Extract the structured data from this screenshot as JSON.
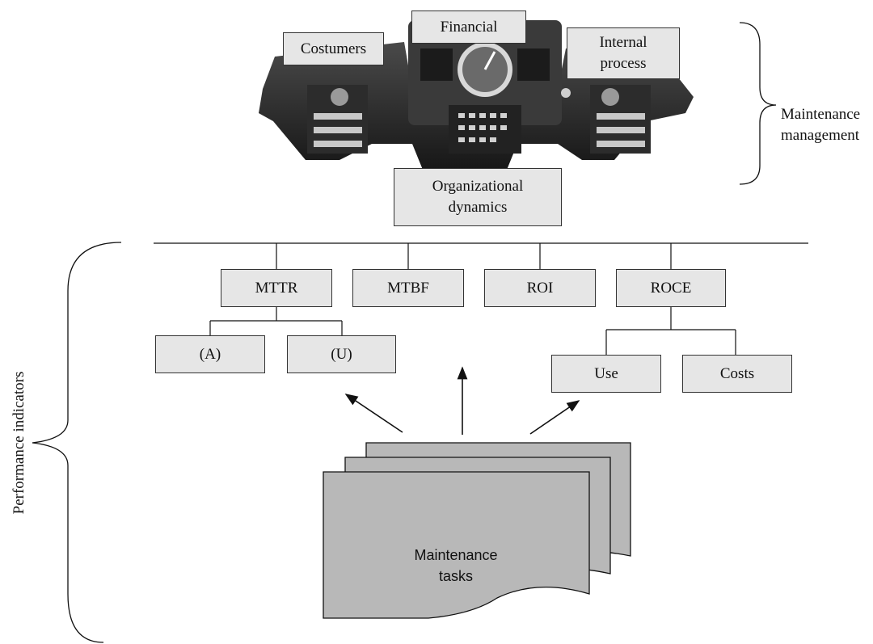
{
  "console": {
    "image_alt": "control-console-photo",
    "cards": {
      "customers": "Costumers",
      "financial": "Financial",
      "internal": "Internal\nprocess",
      "organizational": "Organizational\ndynamics"
    }
  },
  "braces": {
    "maintenance_management": "Maintenance\nmanagement",
    "performance_indicators": "Performance indicators"
  },
  "indicators": {
    "mttr": "MTTR",
    "mtbf": "MTBF",
    "roi": "ROI",
    "roce": "ROCE"
  },
  "sub_indicators": {
    "a": "(A)",
    "u": "(U)",
    "use": "Use",
    "costs": "Costs"
  },
  "tasks": {
    "label": "Maintenance\ntasks"
  },
  "colors": {
    "box_fill": "#e6e6e6",
    "page_fill": "#b8b8b8",
    "console_dark": "#2a2a2a"
  }
}
